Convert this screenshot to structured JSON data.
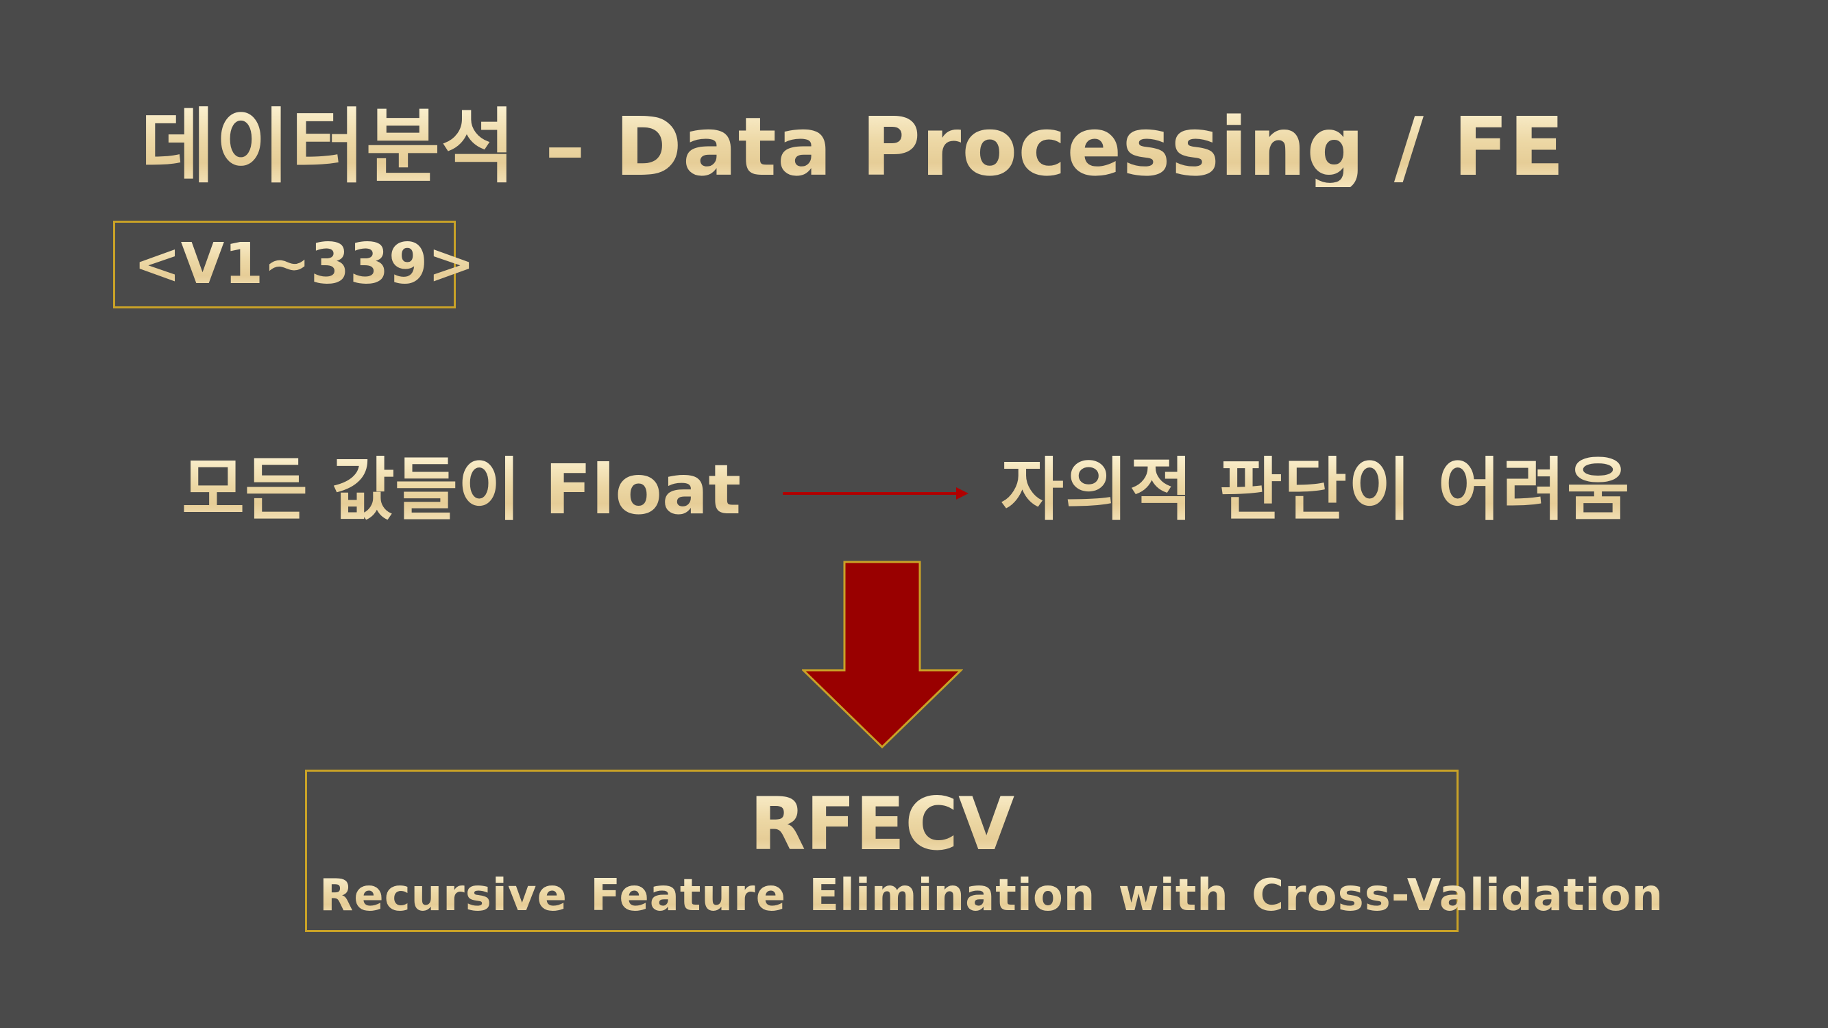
{
  "slide": {
    "title": "데이터분석 – Data Processing / FE",
    "tag": "<V1~339>",
    "left_statement": "모든 값들이 Float",
    "right_statement": "자의적 판단이 어려움",
    "result_title": "RFECV",
    "result_subtitle": "Recursive Feature Elimination with Cross-Validation"
  },
  "colors": {
    "background": "#4a4a4a",
    "text": "#f0deb0",
    "box_border": "#c9a227",
    "arrow_fill": "#990000",
    "arrow_stroke": "#c9a227",
    "thin_arrow": "#b00000"
  },
  "icons": {
    "right_arrow": "right-arrow-icon",
    "down_arrow": "down-arrow-icon"
  }
}
